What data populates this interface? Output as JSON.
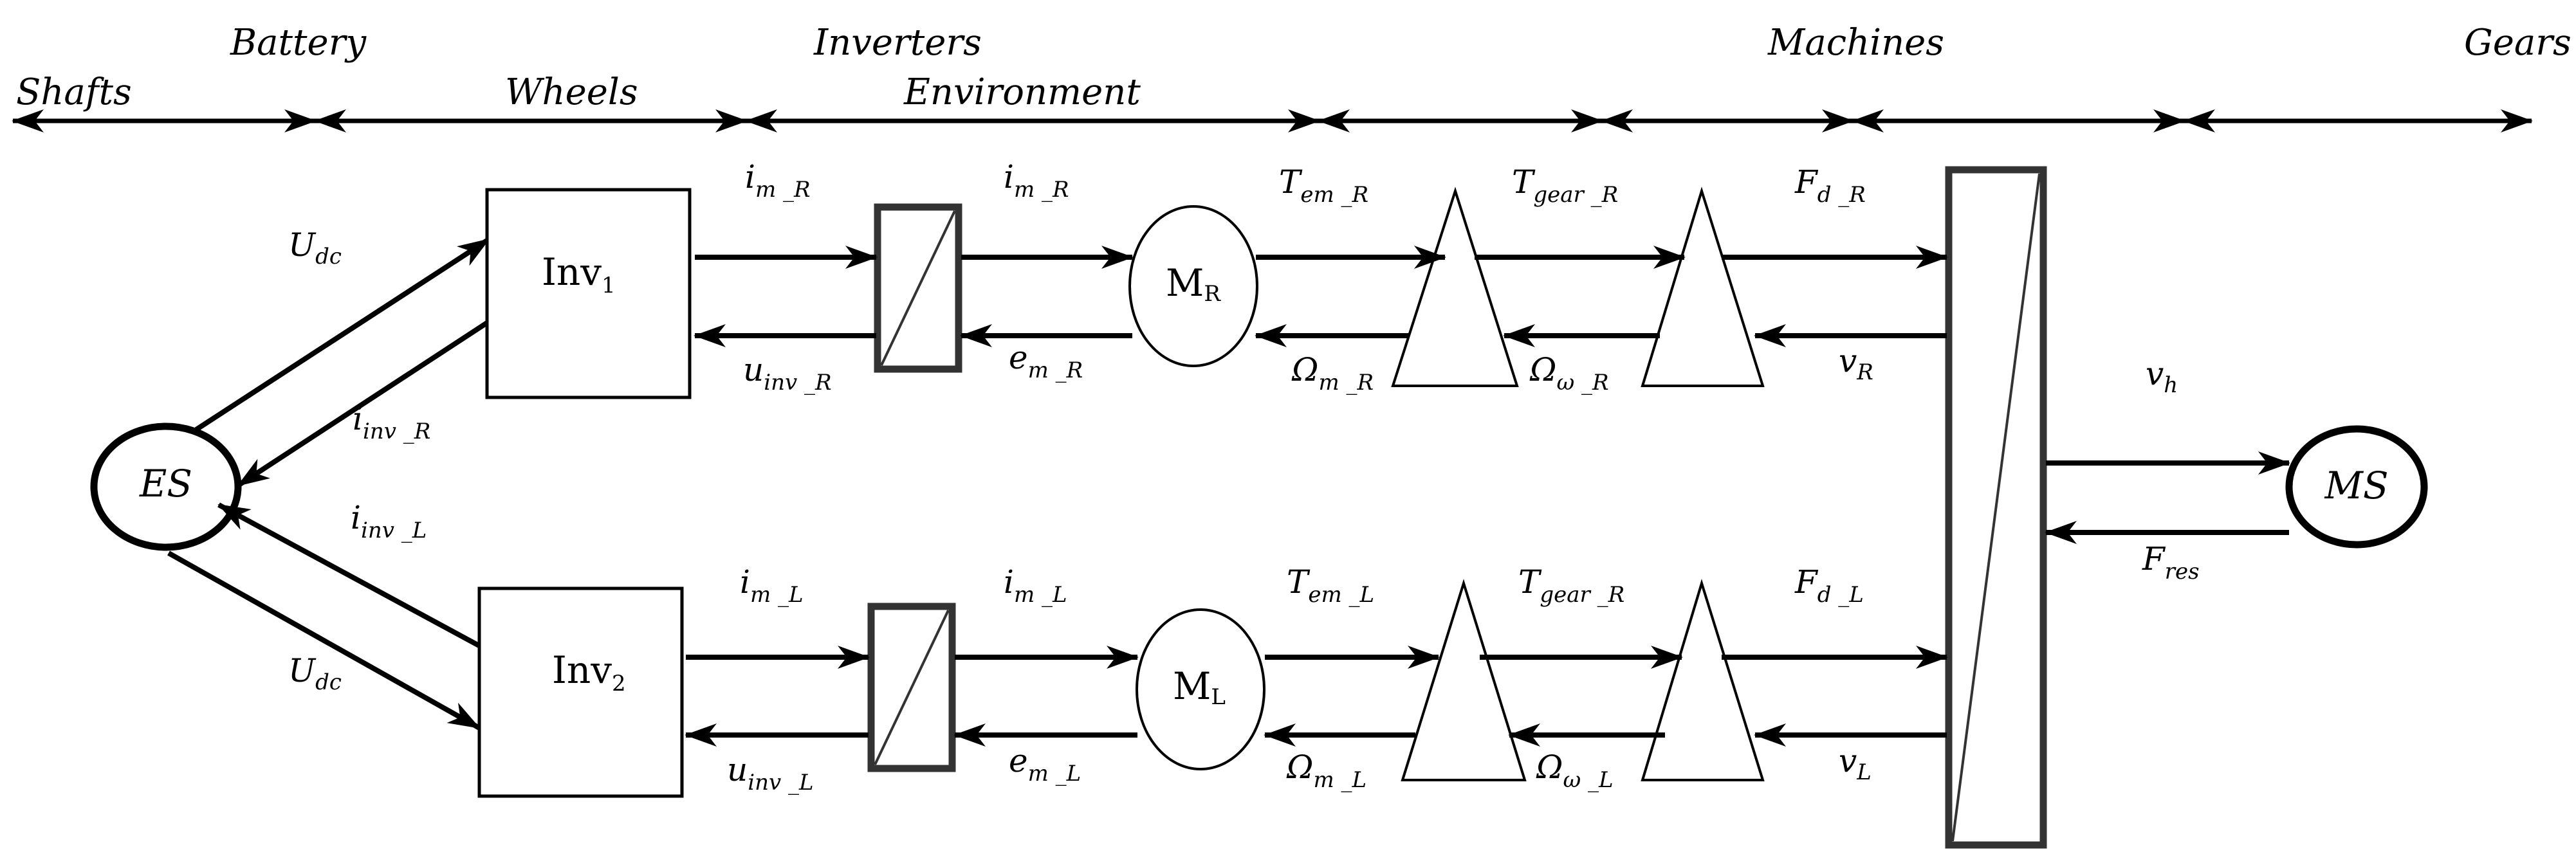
{
  "header": {
    "groups": [
      "Shafts",
      "Battery",
      "Wheels",
      "Inverters",
      "Environment",
      "Machines",
      "Gears"
    ]
  },
  "blocks": {
    "es": "ES",
    "ms": "MS",
    "inv1": {
      "base": "Inv",
      "sub": "1"
    },
    "inv2": {
      "base": "Inv",
      "sub": "2"
    },
    "mr": {
      "base": "M",
      "sub": "R"
    },
    "ml": {
      "base": "M",
      "sub": "L"
    }
  },
  "signals": {
    "udc_top": {
      "base": "U",
      "sub": "dc"
    },
    "iinv_r": {
      "base": "i",
      "sub": "inv _R"
    },
    "iinv_l": {
      "base": "i",
      "sub": "inv _L"
    },
    "udc_bot": {
      "base": "U",
      "sub": "dc"
    },
    "im_r_1": {
      "base": "i",
      "sub": "m _R"
    },
    "uinv_r": {
      "base": "u",
      "sub": "inv _R"
    },
    "im_r_2": {
      "base": "i",
      "sub": "m _R"
    },
    "em_r": {
      "base": "e",
      "sub": "m _R"
    },
    "tem_r": {
      "base": "T",
      "sub": "em _R"
    },
    "omm_r": {
      "base": "Ω",
      "sub": "m _R"
    },
    "tgear_r": {
      "base": "T",
      "sub": "gear _R"
    },
    "omw_r": {
      "base": "Ω",
      "sub": "ω _R"
    },
    "fd_r": {
      "base": "F",
      "sub": "d _R"
    },
    "v_r": {
      "base": "v",
      "sub": "R"
    },
    "im_l_1": {
      "base": "i",
      "sub": "m _L"
    },
    "uinv_l": {
      "base": "u",
      "sub": "inv _L"
    },
    "im_l_2": {
      "base": "i",
      "sub": "m _L"
    },
    "em_l": {
      "base": "e",
      "sub": "m _L"
    },
    "tem_l": {
      "base": "T",
      "sub": "em _L"
    },
    "omm_l": {
      "base": "Ω",
      "sub": "m _L"
    },
    "tgear_l": {
      "base": "T",
      "sub": "gear _R"
    },
    "omw_l": {
      "base": "Ω",
      "sub": "ω _L"
    },
    "fd_l": {
      "base": "F",
      "sub": "d _L"
    },
    "v_l": {
      "base": "v",
      "sub": "L"
    },
    "vh": {
      "base": "v",
      "sub": "h"
    },
    "fres": {
      "base": "F",
      "sub": "res"
    }
  }
}
